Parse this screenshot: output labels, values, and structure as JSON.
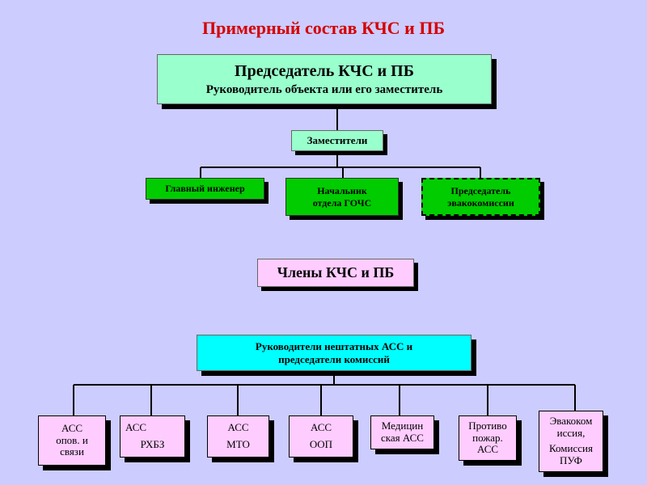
{
  "title": "Примерный состав КЧС и ПБ",
  "chairman": {
    "line1": "Председатель КЧС и ПБ",
    "line2": "Руководитель объекта или его заместитель"
  },
  "deputies": "Заместители",
  "sub_units": {
    "chief_engineer": "Главный инженер",
    "gochs_head": [
      "Начальник",
      "отдела ГОЧС"
    ],
    "evac_chair": [
      "Председатель",
      "эвакокомиссии"
    ]
  },
  "members": "Члены КЧС и ПБ",
  "heads": [
    "Руководители нештатных АСС и",
    "председатели комиссий"
  ],
  "services": [
    {
      "lines": [
        "АСС",
        "опов. и",
        "связи"
      ]
    },
    {
      "lines": [
        "АСС",
        "РХБЗ"
      ]
    },
    {
      "lines": [
        "АСС",
        "МТО"
      ]
    },
    {
      "lines": [
        "АСС",
        "ООП"
      ]
    },
    {
      "lines": [
        "Медицин",
        "ская АСС"
      ]
    },
    {
      "lines": [
        "Противо",
        "пожар.",
        "АСС"
      ]
    },
    {
      "lines": [
        "Эвакоком",
        "иссия,",
        "",
        "Комиссия",
        "ПУФ"
      ]
    }
  ],
  "colors": {
    "background": "#ccccff",
    "title": "#d40000",
    "light_green": "#99ffcc",
    "green": "#00cc00",
    "pink": "#ffccff",
    "cyan": "#00ffff"
  }
}
